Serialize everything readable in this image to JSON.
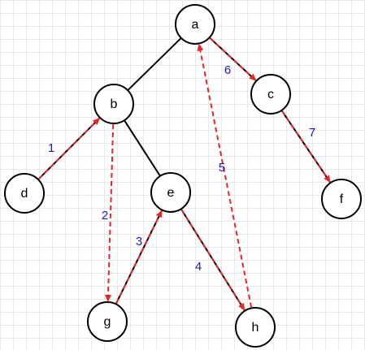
{
  "diagram": {
    "colors": {
      "grid": "#e8e8e8",
      "edge": "#000000",
      "node_fill": "#ffffff",
      "node_stroke": "#000000",
      "arrow": "#e8262a",
      "step_label": "#1a1acc"
    },
    "nodes": [
      {
        "id": "a",
        "label": "a"
      },
      {
        "id": "b",
        "label": "b"
      },
      {
        "id": "c",
        "label": "c"
      },
      {
        "id": "d",
        "label": "d"
      },
      {
        "id": "e",
        "label": "e"
      },
      {
        "id": "f",
        "label": "f"
      },
      {
        "id": "g",
        "label": "g"
      },
      {
        "id": "h",
        "label": "h"
      }
    ],
    "edges": [
      {
        "from": "a",
        "to": "b"
      },
      {
        "from": "a",
        "to": "c"
      },
      {
        "from": "b",
        "to": "d"
      },
      {
        "from": "b",
        "to": "e"
      },
      {
        "from": "c",
        "to": "f"
      },
      {
        "from": "e",
        "to": "g"
      },
      {
        "from": "e",
        "to": "h"
      }
    ],
    "traversal_steps": [
      {
        "label": "1",
        "from": "d",
        "to": "b"
      },
      {
        "label": "2",
        "from": "b",
        "to": "g"
      },
      {
        "label": "3",
        "from": "g",
        "to": "e"
      },
      {
        "label": "4",
        "from": "e",
        "to": "h"
      },
      {
        "label": "5",
        "from": "h",
        "to": "a"
      },
      {
        "label": "6",
        "from": "a",
        "to": "c"
      },
      {
        "label": "7",
        "from": "c",
        "to": "f"
      }
    ]
  }
}
